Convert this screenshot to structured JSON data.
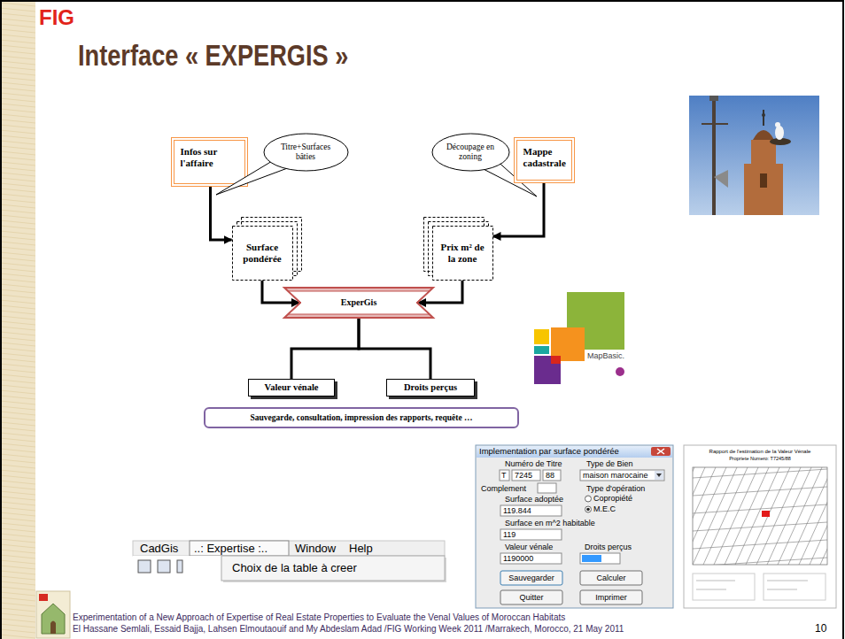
{
  "diagram": {
    "title": "Interface « EXPERGIS »",
    "nodes": [
      {
        "text": [
          "Infos sur l'affaire"
        ]
      },
      {
        "text": [
          "Titre+Surfaces bâties"
        ]
      },
      {
        "text": [
          "Découpage en zoning"
        ]
      },
      {
        "text": [
          "Mappe cadastrale"
        ]
      },
      {
        "text": [
          "Surface pondérée"
        ]
      },
      {
        "text": [
          "Prix m² de la zone"
        ]
      },
      {
        "text": [
          "ExperGis"
        ]
      },
      {
        "text": [
          "Valeur vénale"
        ]
      },
      {
        "text": [
          "Droits perçus"
        ]
      },
      {
        "text": [
          "Sauvegarde, consultation, impression des rapports, requête …"
        ]
      }
    ],
    "edges": [
      {
        "from": 0,
        "to": 4,
        "arrow": "to"
      },
      {
        "from": 3,
        "to": 5,
        "arrow": "to"
      },
      {
        "from": 4,
        "to": 6,
        "arrow": "to"
      },
      {
        "from": 5,
        "to": 6,
        "arrow": "to"
      },
      {
        "from": 6,
        "to": 7,
        "arrow": "none"
      },
      {
        "from": 6,
        "to": 8,
        "arrow": "none"
      }
    ],
    "labels": [
      "FIG",
      "MapBasic.",
      "CadGis",
      "..: Expertise :..",
      "Window",
      "Help",
      "Choix de la table à creer",
      "Implementation par surface pondérée",
      "Numéro de Titre",
      "T",
      "7245",
      "88",
      "Type de Bien",
      "maison marocaine",
      "Complement",
      "Type d'opération",
      "Copropiété",
      "M.E.C",
      "Surface adoptée",
      "119.844",
      "Surface en m^2 habitable",
      "119",
      "Valeur vénale",
      "1190000",
      "Droits perçus",
      "Sauvegarder",
      "Calculer",
      "Quitter",
      "Imprimer",
      "Rapport de l'estimation de la Valeur Vénale",
      "Propriete Numero: T7245/88",
      "Experimentation of a New Approach of Expertise of Real Estate Properties to Evaluate the Venal Values of Moroccan Habitats",
      "El Hassane Semlali, Essaid Bajja, Lahsen Elmoutaouif and My Abdeslam Adad /FIG Working Week 2011 /Marrakech, Morocco, 21 May 2011",
      "10"
    ]
  }
}
